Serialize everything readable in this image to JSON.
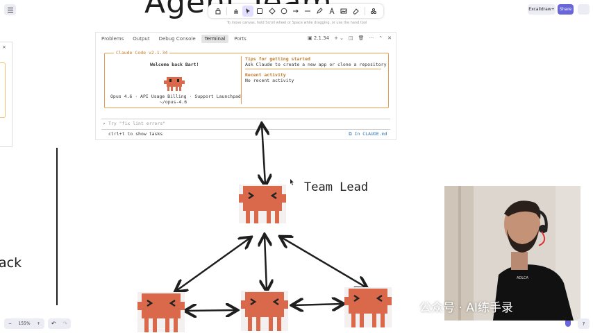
{
  "canvas": {
    "title_fragment": "Agent Team",
    "hint": "To move canvas, hold Scroll wheel or Space while dragging, or use the hand tool"
  },
  "toolbar": {
    "tools": [
      "lock-icon",
      "hand-icon",
      "pointer-icon",
      "rectangle-icon",
      "diamond-icon",
      "ellipse-icon",
      "arrow-icon",
      "line-icon",
      "pencil-icon",
      "text-icon",
      "image-icon",
      "eraser-icon",
      "more-tools-icon"
    ],
    "active_tool": "pointer-icon"
  },
  "header_right": {
    "library_label": "Excalidraw+",
    "share_label": "Share"
  },
  "left_panel": {
    "close_label": "×",
    "partial_text": "ack"
  },
  "terminal": {
    "tabs": [
      "Problems",
      "Output",
      "Debug Console",
      "Terminal",
      "Ports"
    ],
    "active_tab": "Terminal",
    "instance_label": "2.1.34",
    "claude_title": "Claude Code v2.1.34",
    "welcome": "Welcome back Bart!",
    "model_line": "Opus 4.6 · API Usage Billing · Support Launchpad",
    "path_line": "~/opus-4.6",
    "tips_heading": "Tips for getting started",
    "tips_text": "Ask Claude to create a new app or clone a repository",
    "recent_heading": "Recent activity",
    "recent_text": "No recent activity",
    "prompt_symbol": "›",
    "prompt_placeholder": "Try \"fix lint errors\"",
    "shortcut_hint": "ctrl+t to show tasks",
    "ide_status": "⧉ In CLAUDE.md"
  },
  "diagram": {
    "lead_label": "Team Lead",
    "robot_color": "#d9694a",
    "arrow_color": "#1e1e1e"
  },
  "webcam": {
    "shirt_text": "ADLCA"
  },
  "watermark": "公众号 · AI练手录",
  "bottom": {
    "zoom_out": "−",
    "zoom_level": "155%",
    "zoom_in": "+",
    "undo": "↶",
    "redo": "↷",
    "help": "?"
  },
  "colors": {
    "accent": "#6965db",
    "claude_orange": "#e0a050"
  }
}
